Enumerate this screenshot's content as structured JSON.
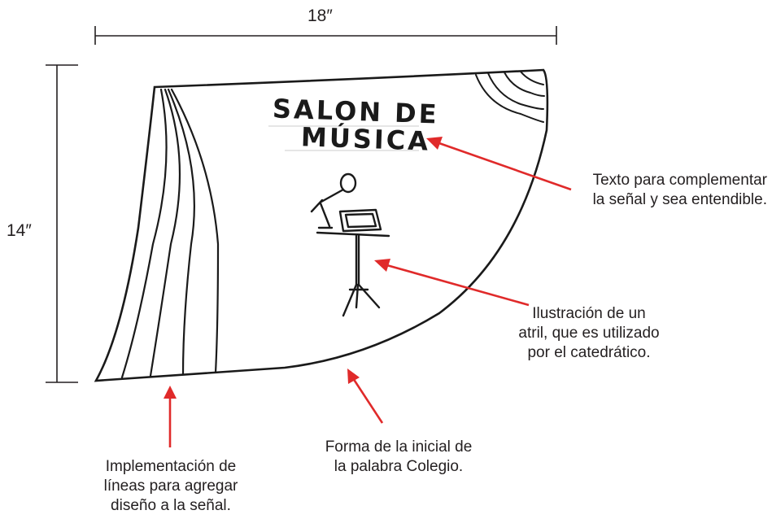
{
  "dimensions": {
    "width_label": "18″",
    "height_label": "14″"
  },
  "sign": {
    "title_line1": "SALON DE",
    "title_line2": "MÚSICA"
  },
  "annotations": {
    "text_note": [
      "Texto para complementar",
      "la señal y sea entendible."
    ],
    "illustration_note": [
      "Ilustración de un",
      "atril, que es utilizado",
      "por el catedrático."
    ],
    "shape_note": [
      "Forma de la inicial de",
      "la palabra Colegio."
    ],
    "lines_note": [
      "Implementación de",
      "líneas para agregar",
      "diseño a la señal."
    ]
  },
  "colors": {
    "sketch": "#1a1a1a",
    "arrow": "#e02a2a",
    "text": "#231f20"
  },
  "icons": [
    "microphone-icon",
    "music-stand-icon"
  ]
}
